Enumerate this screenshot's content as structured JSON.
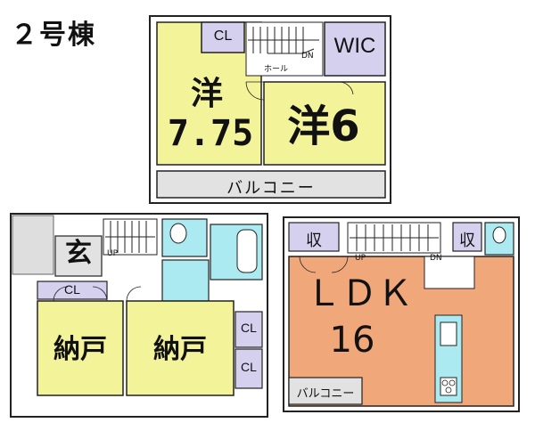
{
  "title": "２号棟",
  "floor3": {
    "room_left_name": "洋",
    "room_left_size": "7.75",
    "room_right": "洋6",
    "closet": "CL",
    "walk_in": "WIC",
    "hall": "ホール",
    "stair_dn": "DN",
    "balcony": "バルコニー"
  },
  "floor1": {
    "entrance": "玄",
    "closet": "CL",
    "stair_up": "UP",
    "storage_left": "納戸",
    "storage_right": "納戸",
    "cl_a": "CL",
    "cl_b": "CL"
  },
  "floor2": {
    "storage_a": "収",
    "storage_b": "収",
    "stair_up": "UP",
    "stair_dn": "DN",
    "ldk": "ＬＤＫ",
    "ldk_size": "16",
    "balcony": "バルコニー"
  },
  "colors": {
    "room_yellow": "#f3f39a",
    "room_orange": "#f0a77a",
    "closet_purple": "#d5d0ee",
    "wet_blue": "#aaeaf0",
    "balcony_gray": "#e2e2e2",
    "wall": "#222222"
  }
}
